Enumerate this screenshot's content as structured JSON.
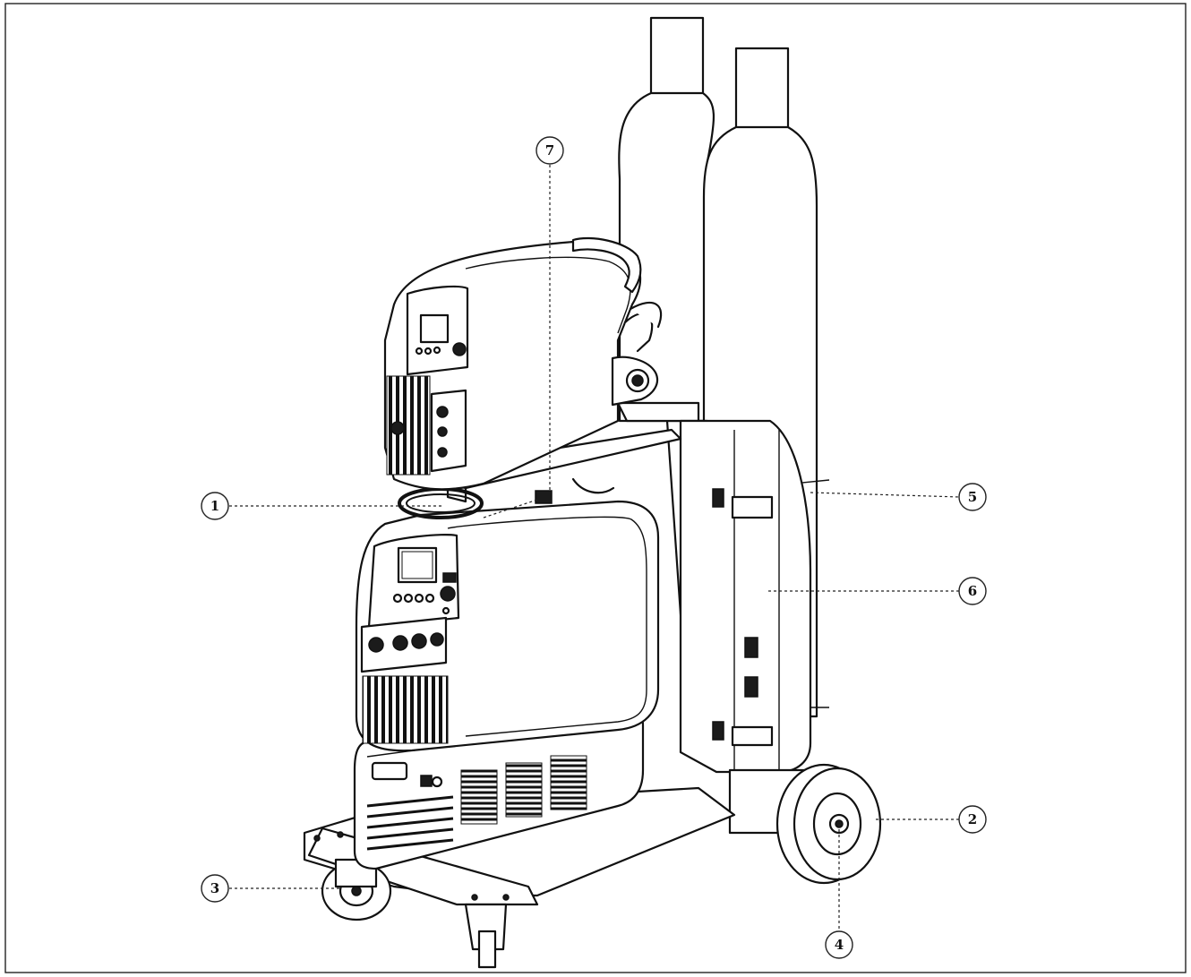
{
  "callouts": [
    {
      "id": "c1",
      "label": "1"
    },
    {
      "id": "c2",
      "label": "2"
    },
    {
      "id": "c3",
      "label": "3"
    },
    {
      "id": "c4",
      "label": "4"
    },
    {
      "id": "c5",
      "label": "5"
    },
    {
      "id": "c6",
      "label": "6"
    },
    {
      "id": "c7",
      "label": "7"
    }
  ],
  "colors": {
    "line": "#111111",
    "background": "#ffffff"
  }
}
